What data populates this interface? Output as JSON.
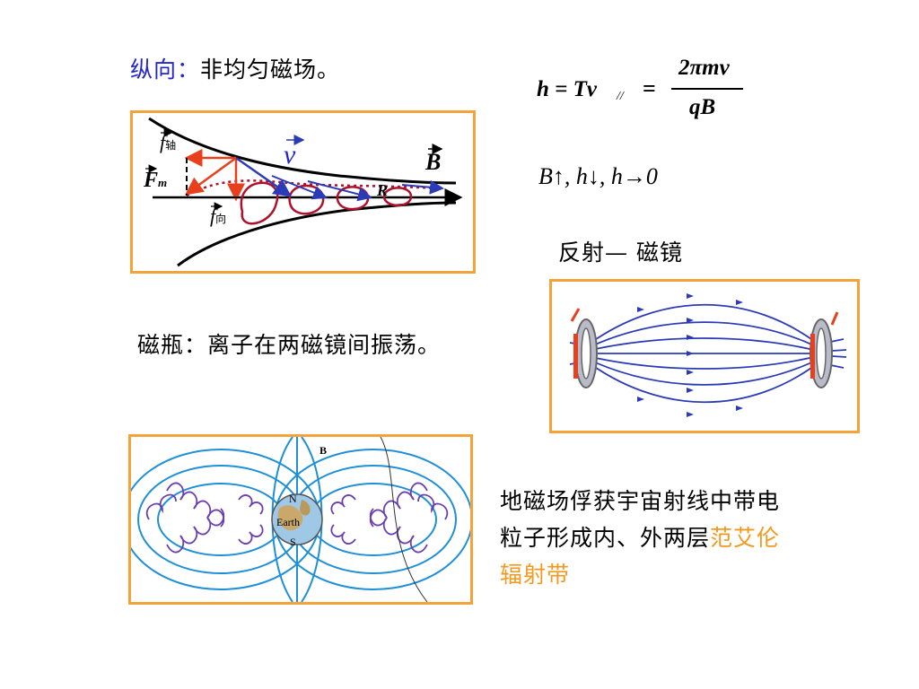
{
  "heading": {
    "label": "纵向：",
    "text": "非均匀磁场。"
  },
  "formula": {
    "lhs": "h = Tv",
    "sub": "//",
    "eq": "=",
    "num": "2πmv",
    "den": "qB"
  },
  "limit_line": "B↑,  h↓,  h→0",
  "mirror_label": "反射— 磁镜",
  "bottle_text": "磁瓶：离子在两磁镜间振荡。",
  "diagram1": {
    "v_label": "v",
    "B_label": "B",
    "R_label": "R",
    "f_axial": "f",
    "f_axial_sub": "轴",
    "F_m": "F",
    "F_m_sub": "m",
    "f_radial": "f",
    "f_radial_sub": "向"
  },
  "earth": {
    "B_label": "B",
    "N_label": "N",
    "S_label": "S",
    "earth_label": "Earth"
  },
  "belt_text": {
    "line1": "地磁场俘获宇宙射线中带电",
    "line2_a": "粒子形成内、外两层",
    "line2_b": "范艾伦",
    "line3": "辐射带"
  },
  "colors": {
    "accent_blue": "#2626c8",
    "box_border": "#f4a23a",
    "highlight_orange": "#f39a1e",
    "field_line_blue": "#2b3bb8",
    "force_red": "#e8401c",
    "earth_field": "#1f8fd8",
    "spiral_purple": "#6a3fb0"
  }
}
